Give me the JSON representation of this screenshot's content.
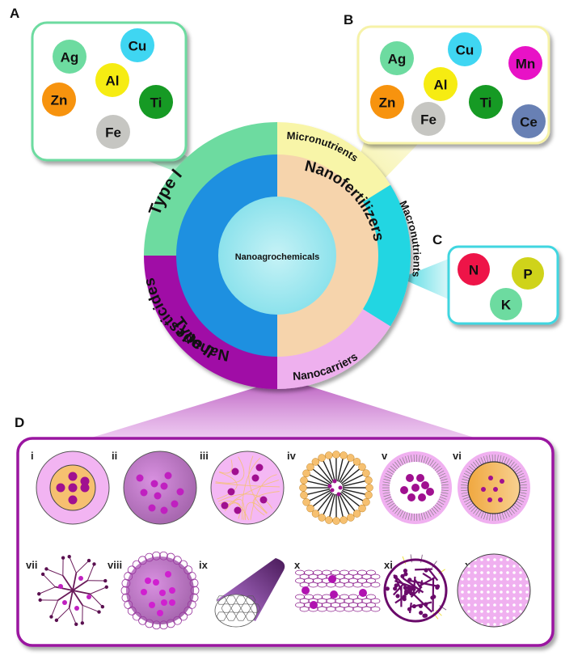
{
  "figure": {
    "center_label": "Nanoagrochemicals",
    "inner_ring": [
      {
        "label": "Nanopesticides",
        "color": "#1e90e0"
      },
      {
        "label": "Nanofertilizers",
        "color": "#f6d4ac"
      }
    ],
    "outer_ring": [
      {
        "label": "Type I",
        "color": "#6ddba0"
      },
      {
        "label": "Type II",
        "color": "#a010a6"
      },
      {
        "label": "Micronutrients",
        "color": "#f8f5a8"
      },
      {
        "label": "Macronutrients",
        "color": "#22d6e2"
      },
      {
        "label": "Nanocarriers",
        "color": "#eeb0ee"
      }
    ],
    "center_color": "#a8ecf2"
  },
  "panels": {
    "A": {
      "label": "A",
      "border_color": "#6ddba0",
      "elements": [
        {
          "symbol": "Ag",
          "color": "#6ddba0"
        },
        {
          "symbol": "Cu",
          "color": "#3fd6f2"
        },
        {
          "symbol": "Al",
          "color": "#f6ec12"
        },
        {
          "symbol": "Zn",
          "color": "#f7930e"
        },
        {
          "symbol": "Ti",
          "color": "#169a24"
        },
        {
          "symbol": "Fe",
          "color": "#c6c6c2"
        }
      ]
    },
    "B": {
      "label": "B",
      "border_color": "#f6f2a8",
      "elements": [
        {
          "symbol": "Ag",
          "color": "#6ddba0"
        },
        {
          "symbol": "Cu",
          "color": "#3fd6f2"
        },
        {
          "symbol": "Mn",
          "color": "#e812c6"
        },
        {
          "symbol": "Al",
          "color": "#f6ec12"
        },
        {
          "symbol": "Zn",
          "color": "#f7930e"
        },
        {
          "symbol": "Fe",
          "color": "#c6c6c2"
        },
        {
          "symbol": "Ti",
          "color": "#169a24"
        },
        {
          "symbol": "Ce",
          "color": "#6880b4"
        }
      ]
    },
    "C": {
      "label": "C",
      "border_color": "#3fd6e0",
      "elements": [
        {
          "symbol": "N",
          "color": "#ee1448"
        },
        {
          "symbol": "P",
          "color": "#cfd31a"
        },
        {
          "symbol": "K",
          "color": "#6ddba0"
        }
      ]
    },
    "D": {
      "label": "D",
      "border_color": "#9a12a0",
      "items": [
        {
          "numeral": "i",
          "kind": "core-shell"
        },
        {
          "numeral": "ii",
          "kind": "polymer-matrix"
        },
        {
          "numeral": "iii",
          "kind": "hydrogel"
        },
        {
          "numeral": "iv",
          "kind": "micelle"
        },
        {
          "numeral": "v",
          "kind": "liposome"
        },
        {
          "numeral": "vi",
          "kind": "solid-lipid"
        },
        {
          "numeral": "vii",
          "kind": "dendrimer"
        },
        {
          "numeral": "viii",
          "kind": "polymer-coated"
        },
        {
          "numeral": "ix",
          "kind": "nanotube"
        },
        {
          "numeral": "x",
          "kind": "graphene-layers"
        },
        {
          "numeral": "xi",
          "kind": "fullerene"
        },
        {
          "numeral": "xii",
          "kind": "mesoporous-silica"
        }
      ]
    }
  }
}
